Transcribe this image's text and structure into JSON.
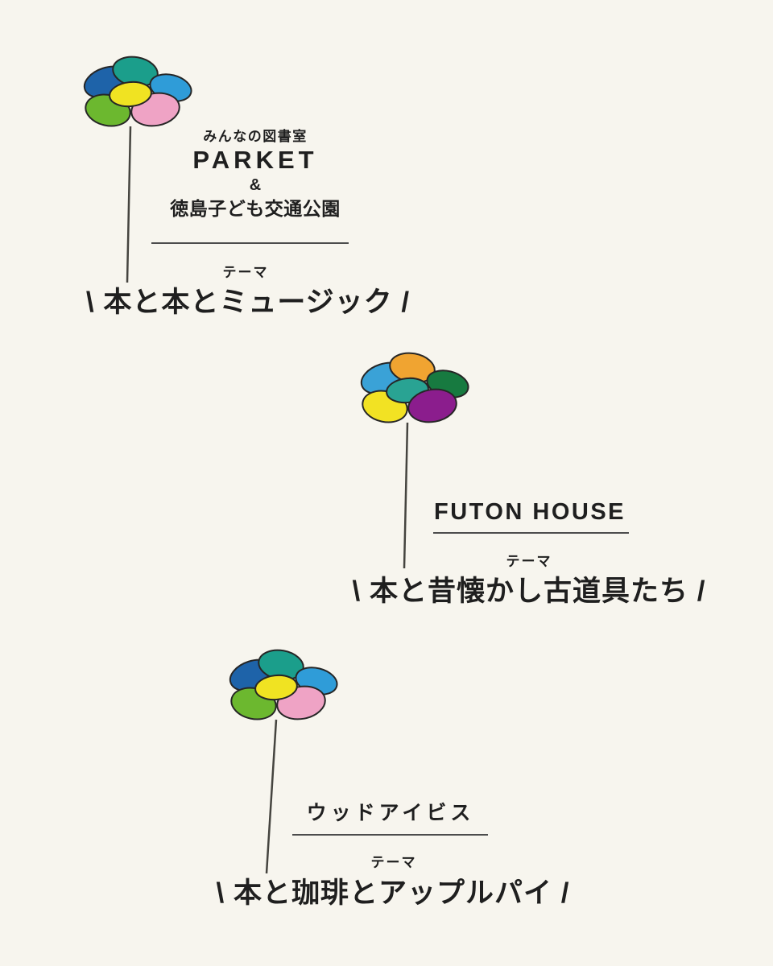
{
  "page": {
    "background_color": "#f7f5ee",
    "ink_color": "#1f1f1f"
  },
  "sections": [
    {
      "id": "parket",
      "venue_line1": "みんなの図書室",
      "venue_line2": "PARKET",
      "venue_line3": "&",
      "venue_line4": "徳島子ども交通公園",
      "theme_label": "テーマ",
      "theme": "\\ 本と本とミュージック /",
      "flower": {
        "petals": [
          "#1e63a9",
          "#1b9e8b",
          "#2f9cd8",
          "#6cb82f",
          "#efa3c5"
        ],
        "center": "#f0e322"
      }
    },
    {
      "id": "futon-house",
      "venue": "FUTON HOUSE",
      "theme_label": "テーマ",
      "theme": "\\ 本と昔懐かし古道具たち /",
      "flower": {
        "petals": [
          "#3aa2d7",
          "#f0a431",
          "#177a40",
          "#f2e223",
          "#8b1d8d"
        ],
        "center": "#29a393"
      }
    },
    {
      "id": "wood-ibis",
      "venue": "ウッドアイビス",
      "theme_label": "テーマ",
      "theme": "\\ 本と珈琲とアップルパイ /",
      "flower": {
        "petals": [
          "#1e63a9",
          "#1b9e8b",
          "#2f9cd8",
          "#6cb82f",
          "#efa3c5"
        ],
        "center": "#f0e322"
      }
    }
  ]
}
